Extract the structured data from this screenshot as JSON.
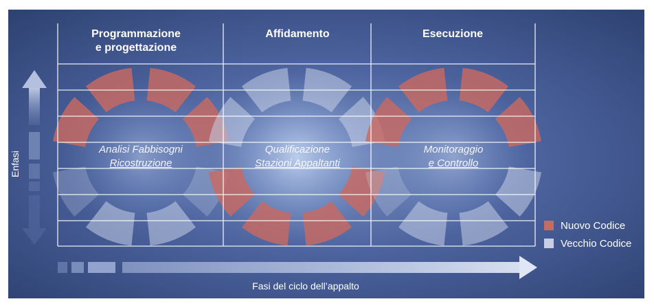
{
  "columns": [
    {
      "title_line1": "Programmazione",
      "title_line2": "e progettazione",
      "center_line1": "Analisi Fabbisogni",
      "center_line2": "Ricostruzione"
    },
    {
      "title_line1": "Affidamento",
      "title_line2": "",
      "center_line1": "Qualificazione",
      "center_line2": "Stazioni Appaltanti"
    },
    {
      "title_line1": "Esecuzione",
      "title_line2": "",
      "center_line1": "Monitoraggio",
      "center_line2": "e Controllo"
    }
  ],
  "axis_y_label": "Enfasi",
  "axis_x_label": "Fasi del ciclo dell’appalto",
  "legend": [
    {
      "label": "Nuovo Codice",
      "color": "#c96a60"
    },
    {
      "label": "Vecchio Codice",
      "color": "#c7cfe6"
    }
  ],
  "ring_highlights": {
    "column_1": "top segments and upper-right side highlighted (Nuovo Codice)",
    "column_2": "bottom segments and sides highlighted (Nuovo Codice)",
    "column_3": "top and side segments highlighted (Nuovo Codice)"
  },
  "colors": {
    "background": "#3e5386",
    "highlight": "#c96a60",
    "muted": "#c7cfe6",
    "grid": "#ffffff"
  }
}
